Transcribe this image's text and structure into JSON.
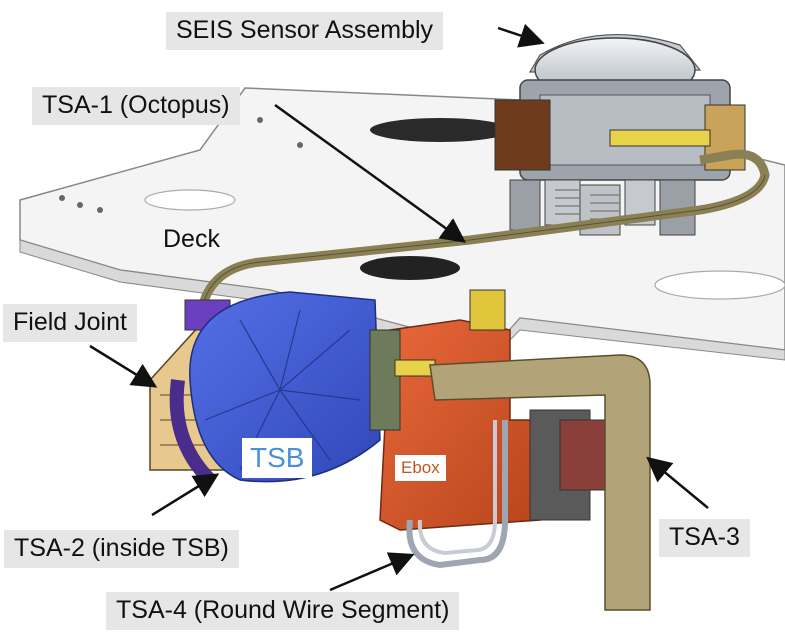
{
  "labels": {
    "seis_sensor_assembly": "SEIS Sensor Assembly",
    "tsa1": "TSA-1 (Octopus)",
    "deck": "Deck",
    "field_joint": "Field Joint",
    "tsb": "TSB",
    "ebox": "Ebox",
    "tsa2": "TSA-2 (inside TSB)",
    "tsa3": "TSA-3",
    "tsa4": "TSA-4 (Round Wire Segment)"
  },
  "colors": {
    "label_box": "#e6e6e6",
    "tsb_label": "#4a90d9",
    "ebox_label": "#c0561f",
    "tsb_body": "#3f5bd6",
    "ebox_body": "#d8562a",
    "tether": "#8a8055",
    "deck": "#f2f2f2"
  }
}
